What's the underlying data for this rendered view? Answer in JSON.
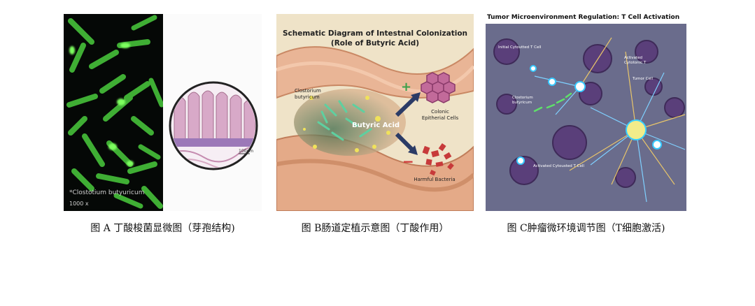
{
  "figures": [
    {
      "id": "A",
      "caption": "图 A 丁酸梭菌显微图（芽孢结构)",
      "microscope_label": "*Clostotium butyuricum",
      "magnification": "1000 x",
      "scale_bar": "100μm"
    },
    {
      "id": "B",
      "caption": "图 B肠道定植示意图（丁酸作用）",
      "title_line1": "Schematic Diagram of Intestnal Colonization",
      "title_line2": "(Role of Butyric Acid)",
      "bacterium_label_1": "Clostorium",
      "bacterium_label_2": "butyricum",
      "acid_label": "Butyric Acid",
      "plus_sign": "+",
      "minus_sign": "−",
      "colonic_label_1": "Colonic",
      "colonic_label_2": "Epitherial Cells",
      "harmful_label": "Harmful Bacteria"
    },
    {
      "id": "C",
      "caption": "图 C肿瘤微环境调节图（T细胞激活)",
      "title": "Tumor Microenvironment Regulation: T Cell Activation",
      "label_initial": "Initial Cytoutted T Cell",
      "label_activated_1": "Activated",
      "label_activated_2": "Cytotonic T",
      "label_tumor": "Tumor Cell",
      "label_clost_1": "Clostorium",
      "label_clost_2": "butyricum",
      "label_activated_bottom": "Activated Cytousted T Cell"
    }
  ],
  "colors": {
    "fluor_green": "#5fe04a",
    "panel_b_bg": "#efe3c8",
    "panel_c_bg": "#6a6c8c",
    "tumor_purple": "#5a3f7a"
  }
}
